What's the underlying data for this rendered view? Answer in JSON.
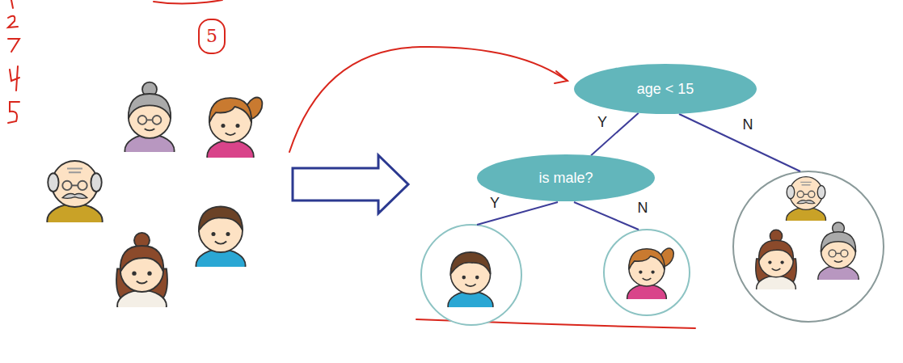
{
  "diagram": {
    "nodes": [
      {
        "text": [
          "age < 15"
        ]
      },
      {
        "text": [
          "is male?"
        ]
      }
    ],
    "edges": [
      {
        "from": 0,
        "to": 1,
        "arrow": "none",
        "label": "Y"
      }
    ],
    "labels": [
      "5",
      "N",
      "Y",
      "N"
    ]
  }
}
